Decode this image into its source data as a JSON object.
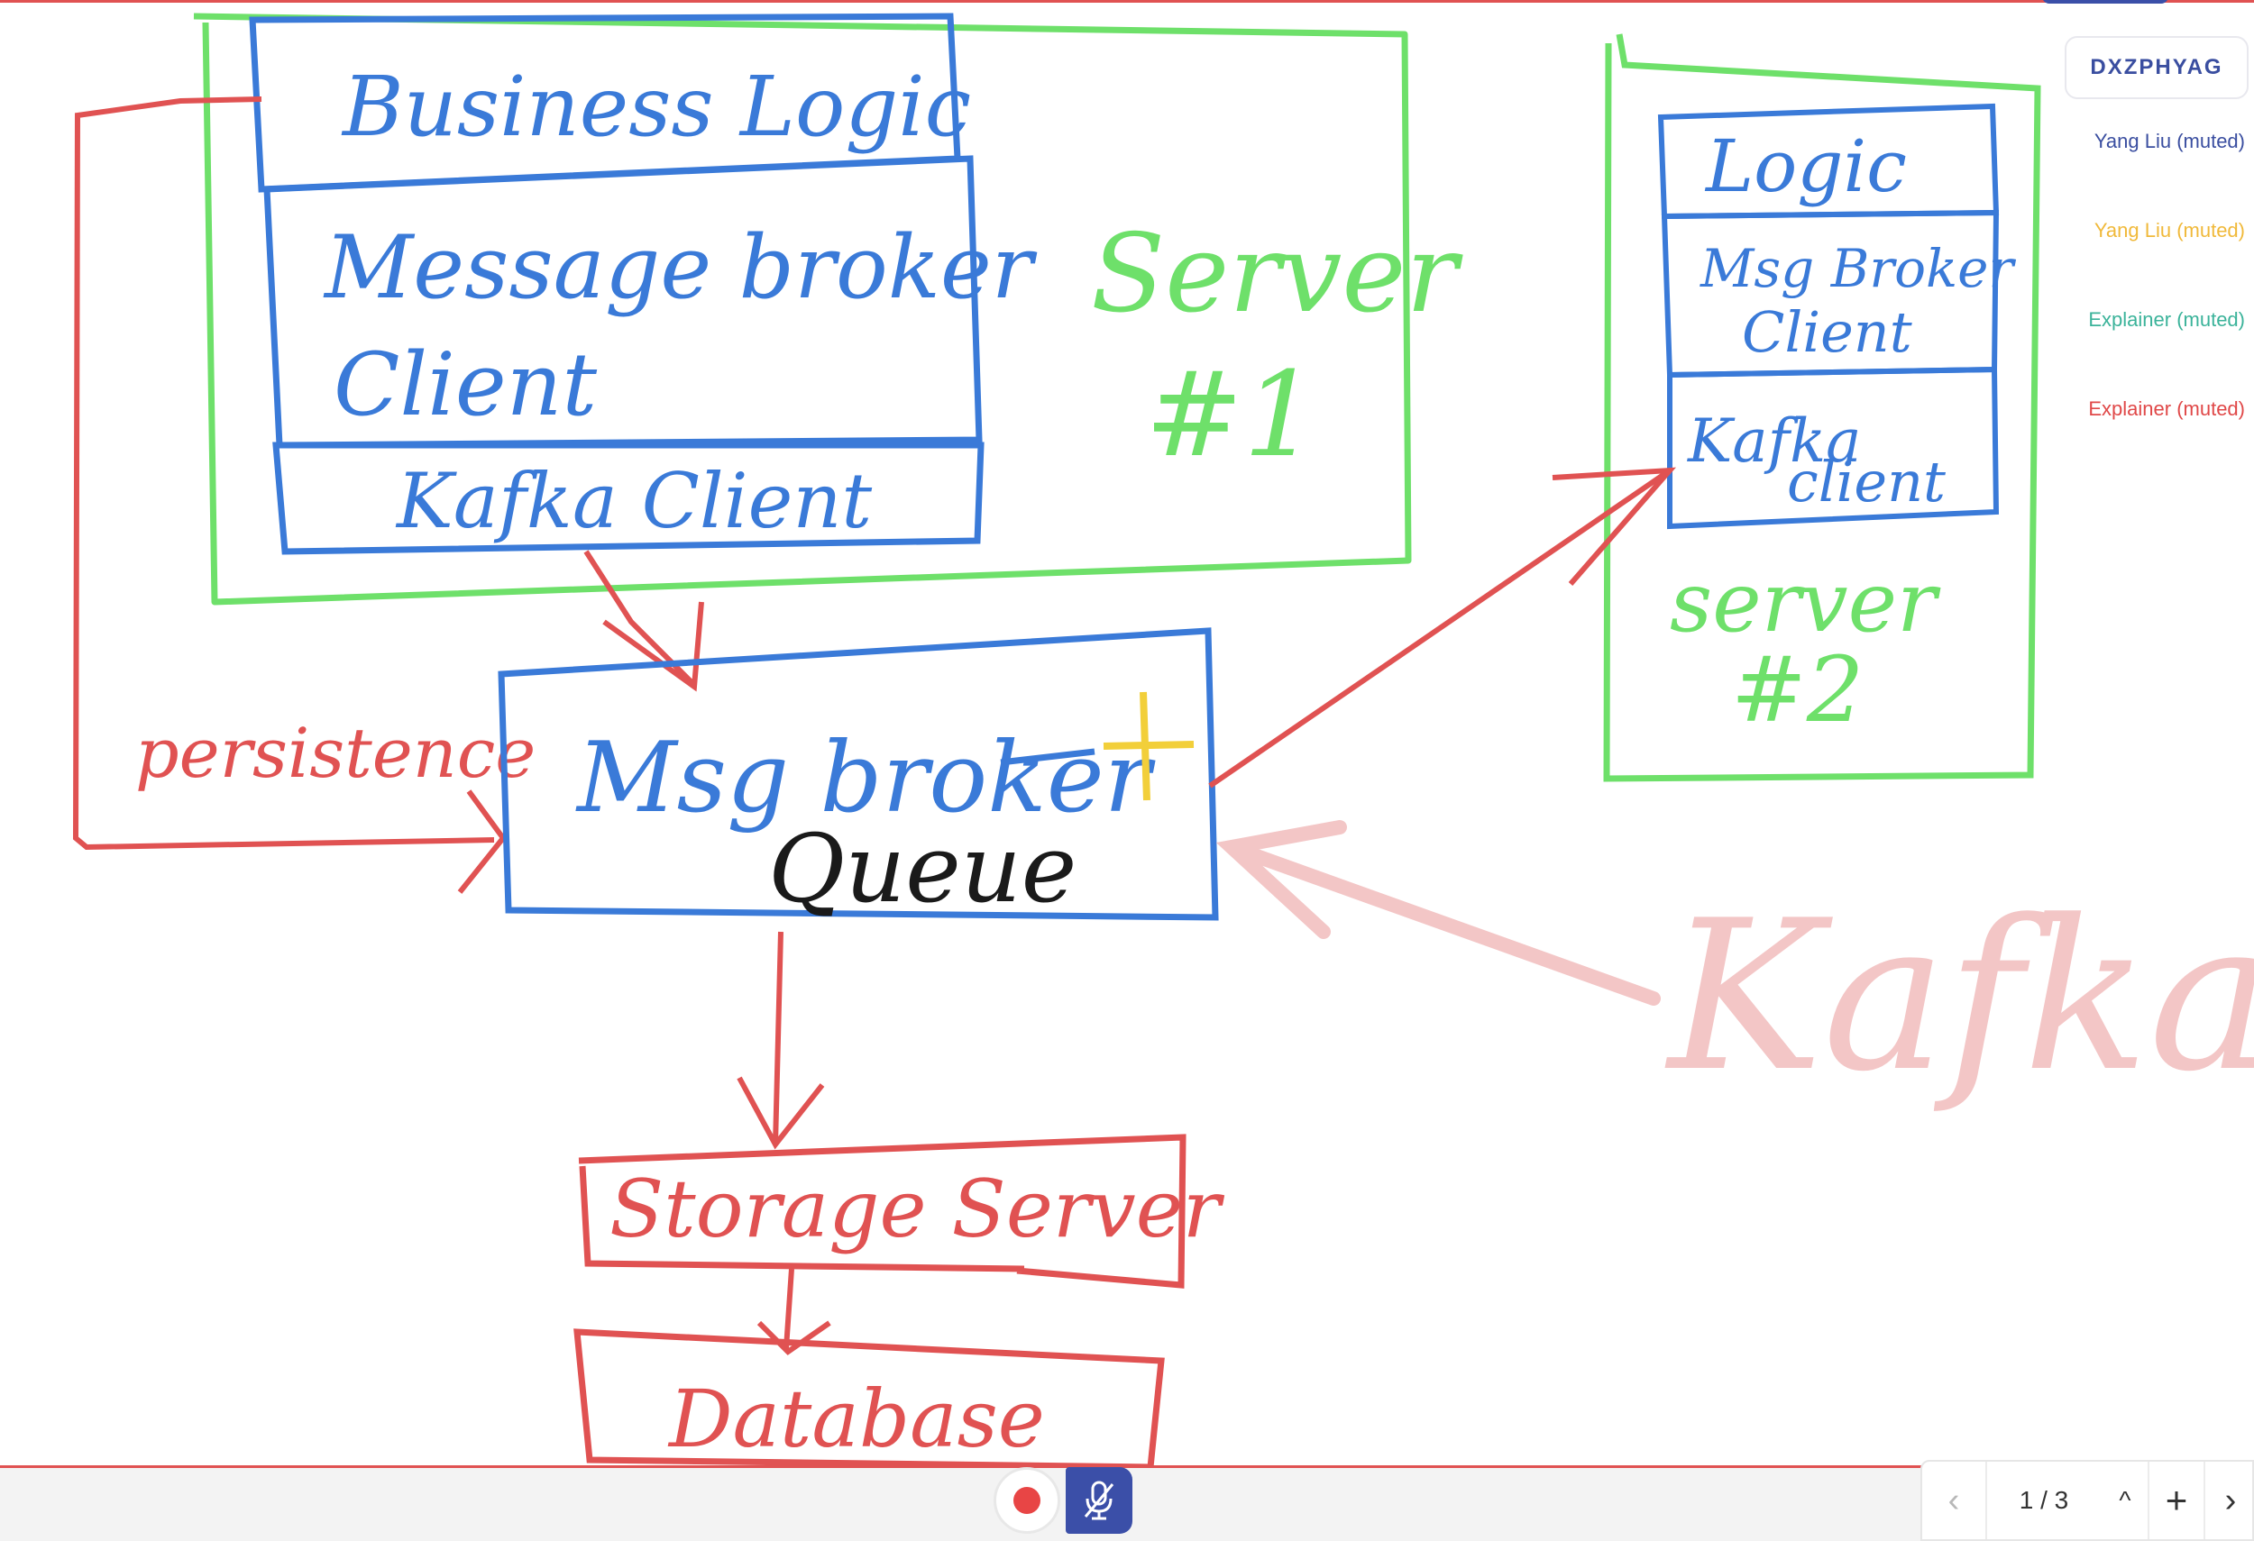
{
  "whiteboard": {
    "labels": {
      "business_logic": "Business Logic",
      "message_broker_client_1": "Message broker",
      "message_broker_client_2": "Client",
      "kafka_client": "Kafka Client",
      "server1_line1": "Server",
      "server1_line2": "#1",
      "logic": "Logic",
      "msg_broker_client_1": "Msg Broker",
      "msg_broker_client_2": "Client",
      "kafka_client_2a": "Kafka",
      "kafka_client_2b": "client",
      "server2_line1": "server",
      "server2_line2": "#2",
      "persistence": "persistence",
      "msg_broker": "Msg broker",
      "queue": "Queue",
      "storage_server": "Storage Server",
      "database": "Database",
      "kafka": "Kafka"
    },
    "colors": {
      "green": "#6ee06a",
      "blue": "#3a7ad8",
      "red": "#e05252",
      "pink": "#f3c6c6",
      "yellow": "#f2cf3a",
      "black": "#1a1a1a"
    }
  },
  "room": {
    "code": "DXZPHYAG"
  },
  "participants": [
    {
      "name": "Yang Liu (muted)",
      "color": "#3a4ea0"
    },
    {
      "name": "Yang Liu (muted)",
      "color": "#f0b93a"
    },
    {
      "name": "Explainer (muted)",
      "color": "#3bb39a"
    },
    {
      "name": "Explainer (muted)",
      "color": "#e04848"
    }
  ],
  "toolbar": {
    "record_icon": "record-icon",
    "mic_icon": "mic-muted-icon"
  },
  "pager": {
    "prev_glyph": "‹",
    "page_label": "1 / 3",
    "up_glyph": "^",
    "add_glyph": "+",
    "next_glyph": "›"
  }
}
